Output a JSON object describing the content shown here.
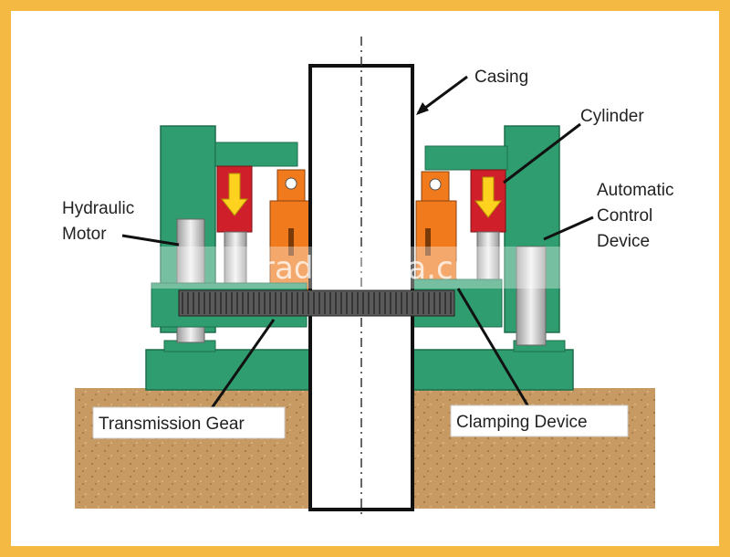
{
  "labels": {
    "casing": "Casing",
    "cylinder": "Cylinder",
    "automatic_control_device_line1": "Automatic",
    "automatic_control_device_line2": "Control",
    "automatic_control_device_line3": "Device",
    "hydraulic_motor_line1": "Hydraulic",
    "hydraulic_motor_line2": "Motor",
    "transmission_gear": "Transmission Gear",
    "clamping_device": "Clamping Device"
  },
  "watermark": "trade.china.cn",
  "colors": {
    "frame": "#f4b942",
    "green": "#2f9d6f",
    "orange": "#f07a1c",
    "red": "#cf1f2b",
    "yellow_arrow": "#ffd21f",
    "soil": "#c79a63",
    "gear": "#555555"
  }
}
